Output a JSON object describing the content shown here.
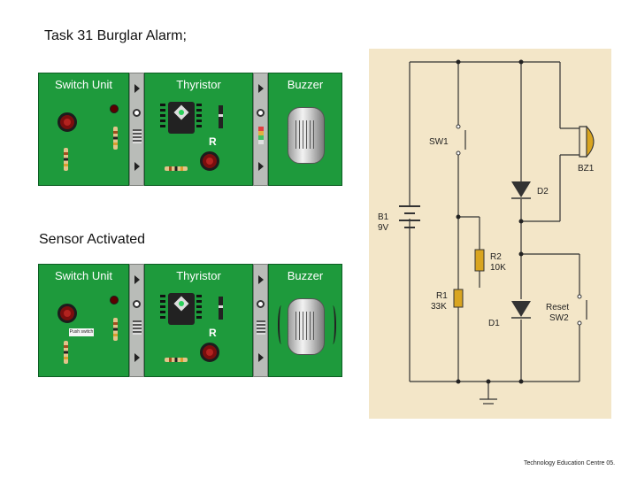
{
  "title": "Task 31 Burglar Alarm;",
  "subtitle": "Sensor Activated",
  "footer": "Technology Education Centre 05.",
  "modules": {
    "switch_unit": "Switch Unit",
    "thyristor": "Thyristor",
    "buzzer": "Buzzer",
    "reset_mark": "R",
    "push_label": "Push switch"
  },
  "schematic": {
    "b1": "B1",
    "b1_value": "9V",
    "sw1": "SW1",
    "bz1": "BZ1",
    "d2": "D2",
    "r2": "R2",
    "r2_value": "10K",
    "r1": "R1",
    "r1_value": "33K",
    "d1": "D1",
    "reset": "Reset",
    "sw2": "SW2"
  },
  "colors": {
    "module_green": "#1e9a3c",
    "schematic_bg": "#f3e6c8",
    "button_red": "#7a0e0e"
  }
}
